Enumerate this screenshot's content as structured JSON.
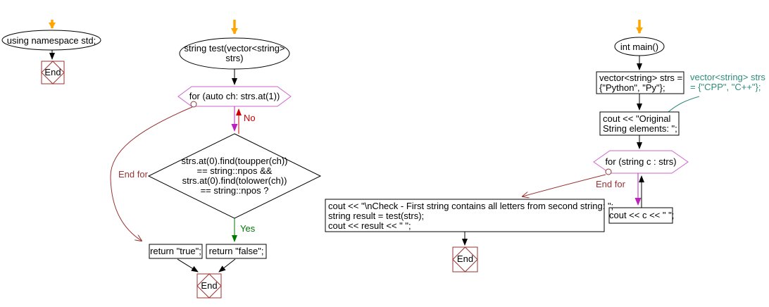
{
  "colors": {
    "flow": "#000000",
    "start_arrow": "#FFA500",
    "loop_shape": "#CC66CC",
    "loop_arrow": "#BB22BB",
    "no_arrow": "#CC0000",
    "yes_arrow": "#007700",
    "end_for": "#993333",
    "end_node": "#993333",
    "annotation": "#2E8B7B"
  },
  "left": {
    "start": "using namespace std;",
    "end": "End"
  },
  "middle": {
    "function": [
      "string test(vector<string>",
      "strs)"
    ],
    "loop": "for (auto ch: strs.at(1))",
    "labels": {
      "no": "No",
      "yes": "Yes",
      "end_for": "End for"
    },
    "decision": [
      "strs.at(0).find(toupper(ch))",
      "== string::npos &&",
      "strs.at(0).find(tolower(ch))",
      "== string::npos ?"
    ],
    "return_true": "return \"true\";",
    "return_false": "return \"false\";",
    "end": "End"
  },
  "right": {
    "main": "int main()",
    "declare": [
      "vector<string> strs =",
      "{\"Python\", \"Py\"};"
    ],
    "annotation": [
      "vector<string> strs",
      "= {\"CPP\", \"C++\"};"
    ],
    "print": [
      "cout << \"Original",
      "String elements: \";"
    ],
    "loop": "for (string c : strs)",
    "loop_body": "cout << c << \" \";",
    "end_for": "End for",
    "result": [
      "cout << \"\\nCheck - First string contains all letters from second string: \";",
      "string result = test(strs);",
      "cout << result << \" \";"
    ],
    "end": "End"
  }
}
